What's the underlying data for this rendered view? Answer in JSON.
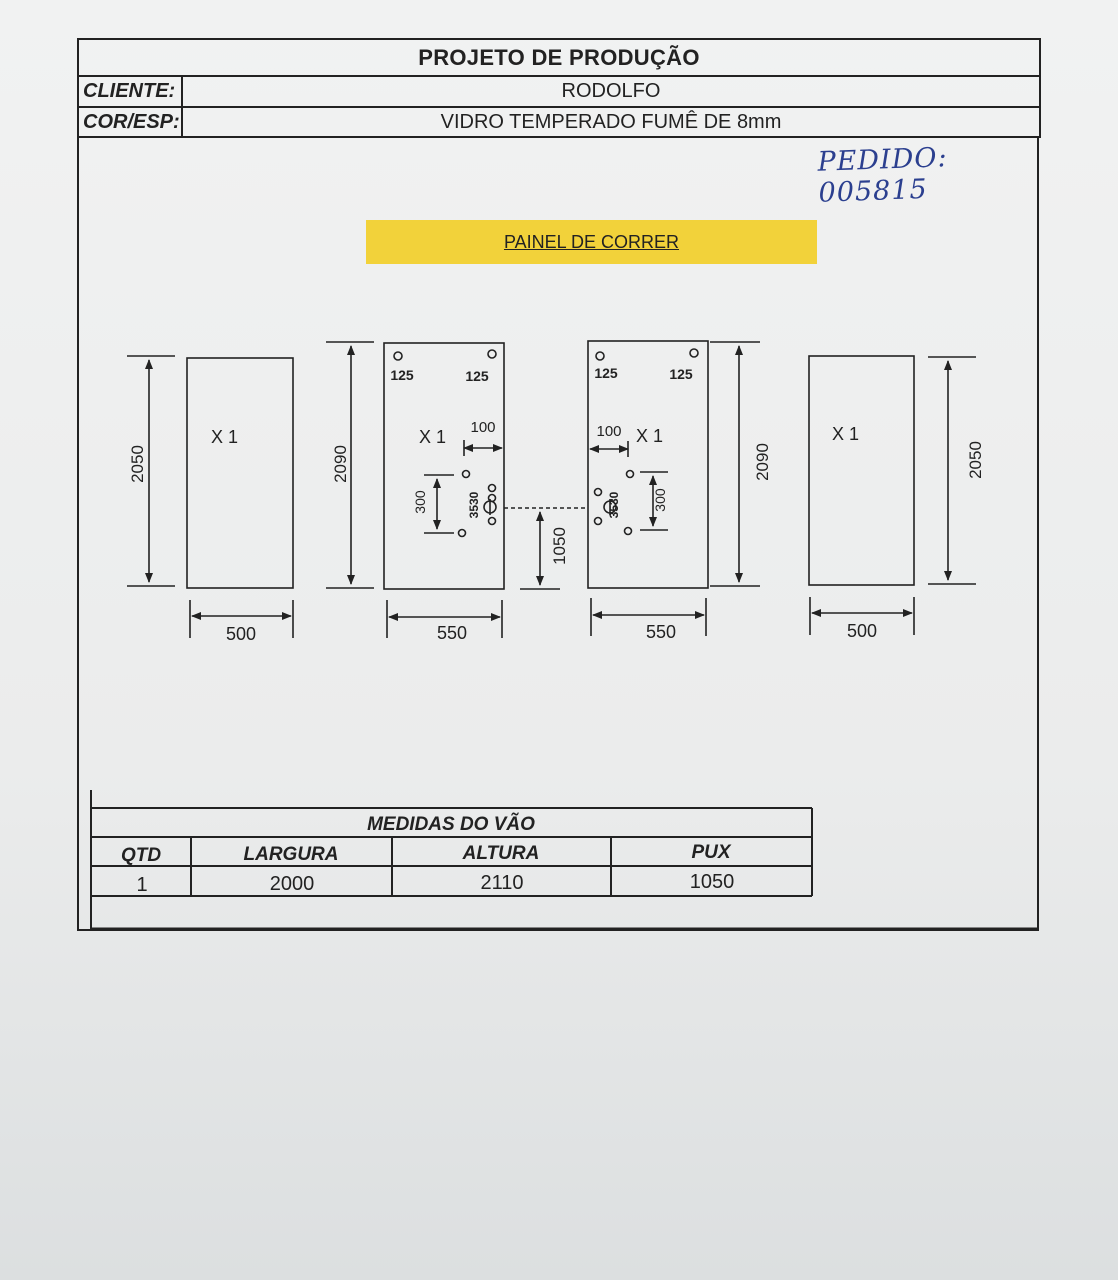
{
  "header": {
    "title": "PROJETO DE PRODUÇÃO",
    "cliente_label": "CLIENTE:",
    "cliente_value": "RODOLFO",
    "cor_label": "COR/ESP:",
    "cor_value": "VIDRO TEMPERADO FUMÊ DE 8mm"
  },
  "pedido": "PEDIDO: 005815",
  "banner": "PAINEL DE CORRER",
  "drawing": {
    "panel1": {
      "qty": "X 1",
      "height": "2050",
      "width": "500"
    },
    "panel2": {
      "qty": "X 1",
      "height": "2090",
      "width": "550",
      "hole_left": "125",
      "hole_right": "125",
      "offset": "100",
      "span": "300",
      "pux_spacing": "3530",
      "pux_height": "1050"
    },
    "panel3": {
      "qty": "X 1",
      "height": "2090",
      "width": "550",
      "hole_left": "125",
      "hole_right": "125",
      "offset": "100",
      "span": "300",
      "pux_spacing": "3530"
    },
    "panel4": {
      "qty": "X 1",
      "height": "2050",
      "width": "500"
    }
  },
  "medidas": {
    "title": "MEDIDAS DO VÃO",
    "headers": [
      "QTD",
      "LARGURA",
      "ALTURA",
      "PUX"
    ],
    "row": [
      "1",
      "2000",
      "2110",
      "1050"
    ]
  }
}
